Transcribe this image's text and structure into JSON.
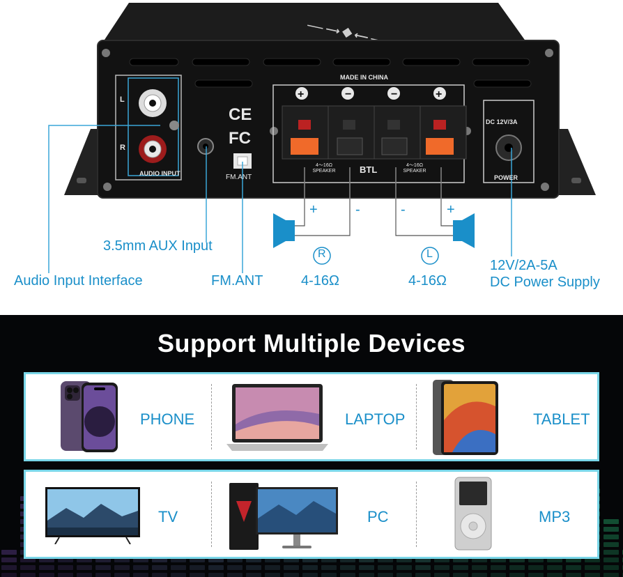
{
  "callouts": {
    "aux": "3.5mm AUX Input",
    "audio_input": "Audio Input Interface",
    "fm": "FM.ANT",
    "right_imp": "4-16Ω",
    "left_imp": "4-16Ω",
    "power_line1": "12V/2A-5A",
    "power_line2": "DC Power Supply",
    "right_mark": "R",
    "left_mark": "L",
    "plus": "+",
    "minus": "-"
  },
  "panel": {
    "made_in": "MADE IN CHINA",
    "audio_input": "AUDIO INPUT",
    "l": "L",
    "r": "R",
    "fm_ant": "FM.ANT",
    "speaker_left": "4～16Ω SPEAKER",
    "speaker_right": "4～16Ω SPEAKER",
    "btl": "BTL",
    "dc": "DC 12V/3A",
    "power": "POWER",
    "ce": "CE",
    "fc": "FC"
  },
  "headline": "Support Multiple Devices",
  "devices": {
    "phone": "PHONE",
    "laptop": "LAPTOP",
    "tablet": "TABLET",
    "tv": "TV",
    "pc": "PC",
    "mp3": "MP3"
  },
  "colors": {
    "accent": "#1a8fc9",
    "border": "#7ad6e8",
    "background": "#050608"
  }
}
